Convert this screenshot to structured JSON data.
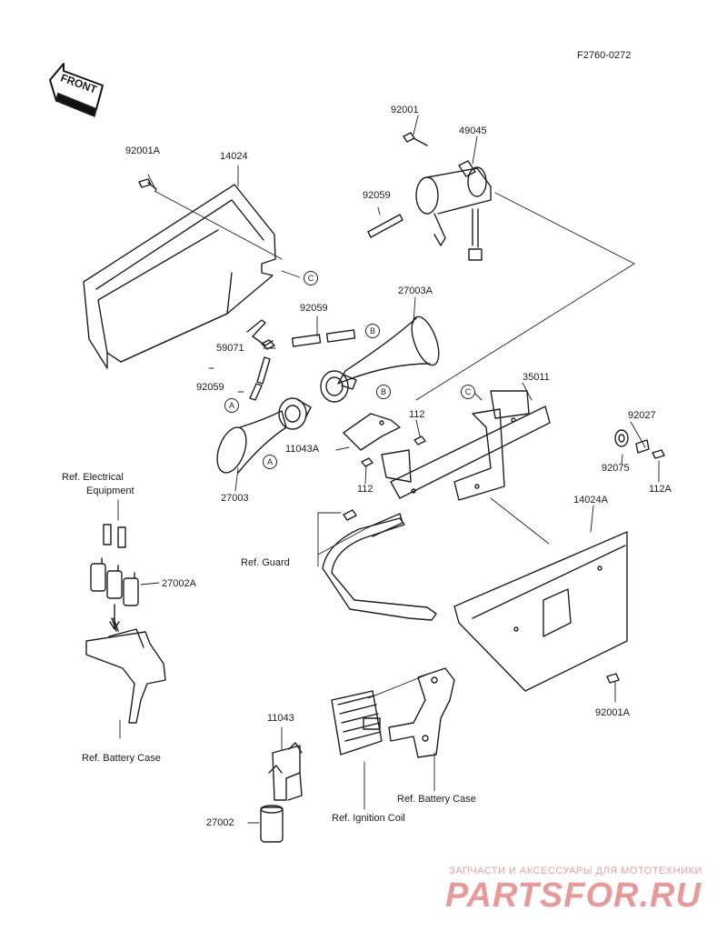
{
  "header": {
    "code": "F2760-0272",
    "front_arrow": "FRONT"
  },
  "callouts": {
    "c_92001": "92001",
    "c_49045": "49045",
    "c_92001A_top": "92001A",
    "c_14024": "14024",
    "c_92059_top": "92059",
    "c_27003A": "27003A",
    "c_92059_mid": "92059",
    "c_59071": "59071",
    "c_92059_low": "92059",
    "c_35011": "35011",
    "c_112_a": "112",
    "c_11043A": "11043A",
    "c_112_b": "112",
    "c_27003": "27003",
    "c_92027": "92027",
    "c_92075": "92075",
    "c_112A": "112A",
    "c_14024A": "14024A",
    "c_27002A": "27002A",
    "c_92001A_bottom": "92001A",
    "c_11043": "11043",
    "c_27002": "27002"
  },
  "refs": {
    "ref_electrical_1": "Ref. Electrical",
    "ref_electrical_2": "Equipment",
    "ref_guard": "Ref. Guard",
    "ref_battery_case_left": "Ref. Battery Case",
    "ref_battery_case_right": "Ref. Battery Case",
    "ref_ignition_coil": "Ref. Ignition Coil"
  },
  "circle_labels": {
    "a": "A",
    "b": "B",
    "c": "C"
  },
  "watermark": {
    "line1": "ЗАПЧАСТИ И АКСЕССУАРЫ ДЛЯ МОТОТЕХНИКИ",
    "line2": "PARTSFOR.RU",
    "color": "#e08a8a"
  },
  "icons": [
    "front-arrow-icon"
  ]
}
